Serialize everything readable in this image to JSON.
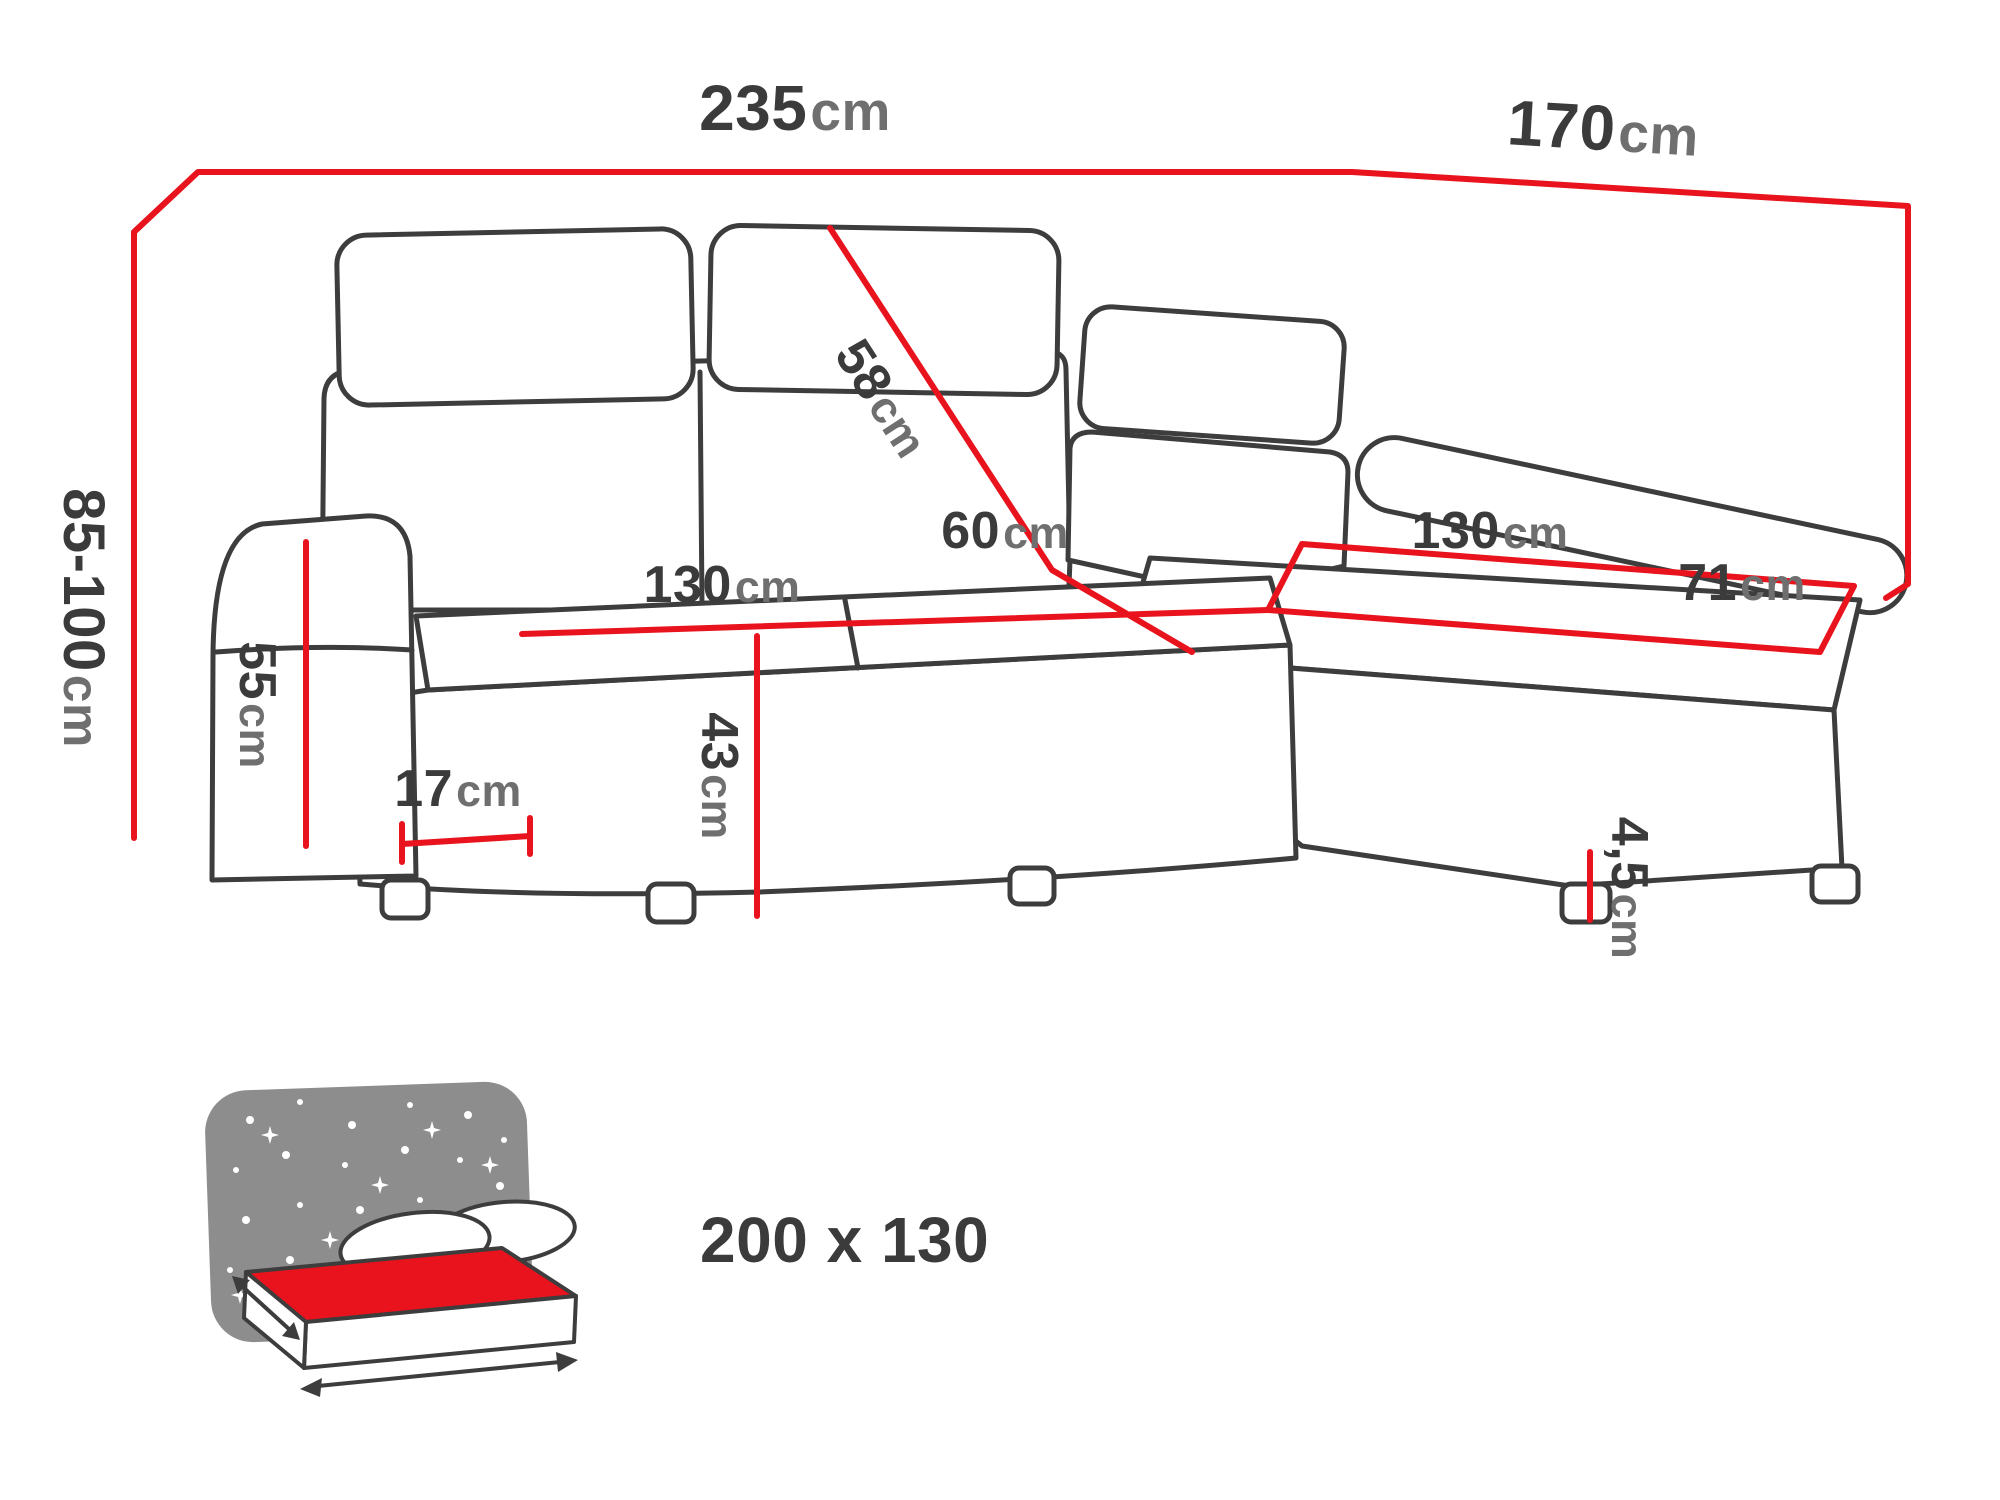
{
  "diagram": {
    "type": "furniture-dimension-diagram",
    "subject": "corner sofa bed with sleeping function",
    "colors": {
      "outline": "#3d3d3d",
      "dimension_line": "#e8131c",
      "label_number": "#3b3b3b",
      "label_unit": "#6f6f6f",
      "icon_background": "#8d8d8d",
      "icon_mattress_top": "#e8131c"
    },
    "dimensions": {
      "total_width": {
        "value": "235",
        "unit": "cm"
      },
      "total_depth": {
        "value": "170",
        "unit": "cm"
      },
      "total_height": {
        "value": "85-100",
        "unit": "cm"
      },
      "backrest_height": {
        "value": "58",
        "unit": "cm"
      },
      "seat_depth": {
        "value": "60",
        "unit": "cm"
      },
      "seat_width": {
        "value": "130",
        "unit": "cm"
      },
      "chaise_length": {
        "value": "130",
        "unit": "cm"
      },
      "chaise_width": {
        "value": "71",
        "unit": "cm"
      },
      "armrest_height": {
        "value": "55",
        "unit": "cm"
      },
      "armrest_width": {
        "value": "17",
        "unit": "cm"
      },
      "seat_height": {
        "value": "43",
        "unit": "cm"
      },
      "leg_height": {
        "value": "4,5",
        "unit": "cm"
      }
    },
    "sleeping_area": {
      "label": "200 x 130"
    }
  }
}
